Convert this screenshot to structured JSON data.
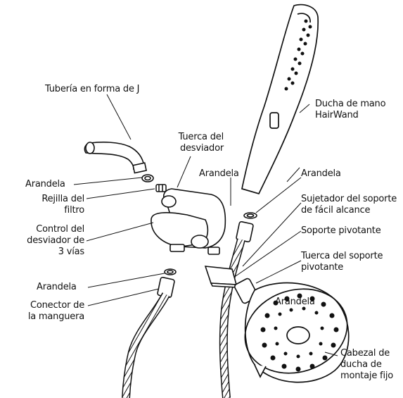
{
  "labels": {
    "j_pipe": "Tubería en forma de J",
    "handshower": "Ducha de mano\nHairWand",
    "diverter_nut": "Tuerca del\ndesviador",
    "washer_top_left": "Arandela",
    "washer_mid": "Arandela",
    "washer_right": "Arandela",
    "filter_screen": "Rejilla del\nfiltro",
    "easy_reach_bracket": "Sujetador del soporte\nde fácil alcance",
    "pivot_bracket": "Soporte pivotante",
    "diverter_control": "Control del\ndesviador de\n3 vías",
    "pivot_nut": "Tuerca del soporte\npivotante",
    "washer_bottom": "Arandela",
    "hose_connector": "Conector de\nla manguera",
    "washer_showerhead": "Arandela",
    "fixed_showerhead": "Cabezal de\nducha de\nmontaje fijo"
  },
  "colors": {
    "line": "#111111",
    "background": "#ffffff",
    "fill": "#ffffff"
  }
}
